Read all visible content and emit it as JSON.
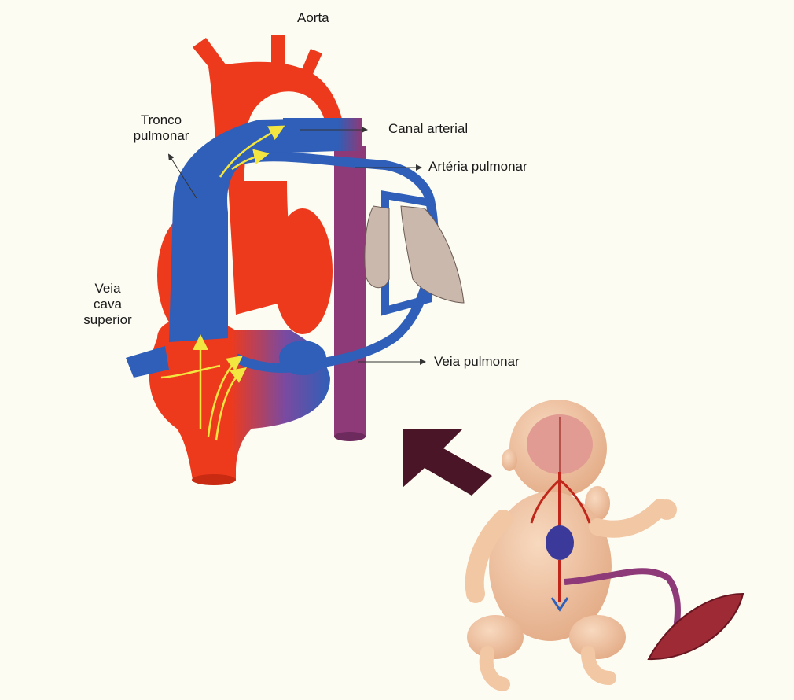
{
  "labels": {
    "aorta": "Aorta",
    "tronco_line1": "Tronco",
    "tronco_line2": "pulmonar",
    "canal_arterial": "Canal arterial",
    "arteria_pulmonar": "Artéria pulmonar",
    "veia_cava_line1": "Veia",
    "veia_cava_line2": "cava",
    "veia_cava_line3": "superior",
    "veia_pulmonar": "Veia pulmonar"
  },
  "colors": {
    "background": "#fdfcf3",
    "arterial_red": "#ee3a1c",
    "venous_blue": "#2f5fb8",
    "mixed_purple": "#8e3a78",
    "flow_arrow_yellow": "#f3e640",
    "big_arrow": "#4a1526",
    "skin": "#f2c7a4",
    "lung": "#b9a99c"
  },
  "icons": {
    "big_arrow": "direction-arrow-icon",
    "baby": "fetus-illustration",
    "lungs": "lungs-icon"
  }
}
